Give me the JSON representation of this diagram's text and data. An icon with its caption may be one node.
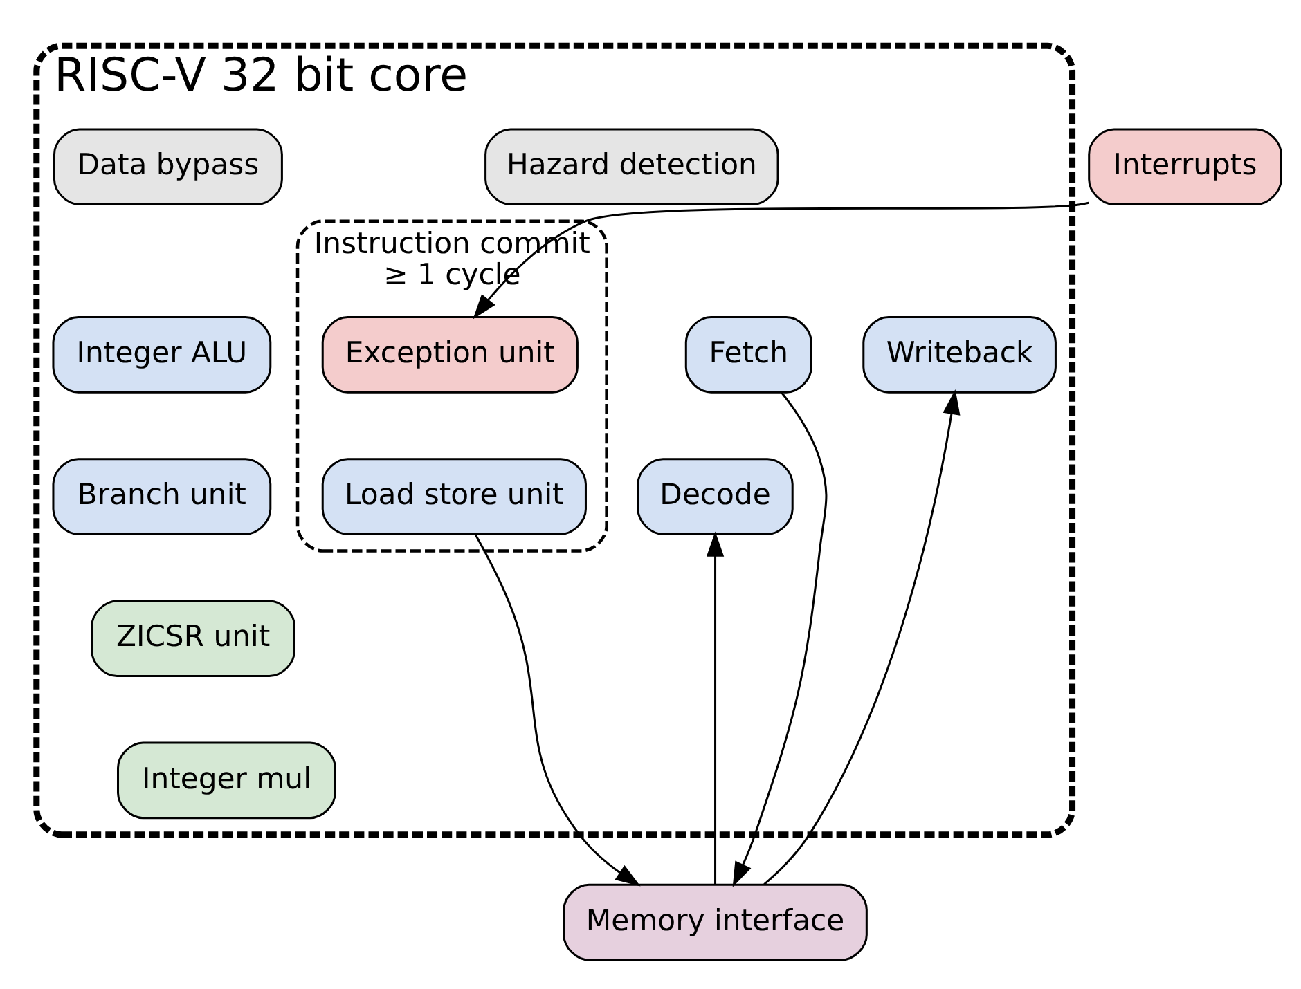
{
  "diagram": {
    "nodes": [
      {
        "text": [
          "RISC-V 32 bit core"
        ]
      },
      {
        "text": [
          "Interrupts"
        ]
      },
      {
        "text": [
          "Data bypass"
        ],
        "in": 0
      },
      {
        "text": [
          "Instruction commit",
          "≥ 1 cycle"
        ],
        "in": 0
      },
      {
        "text": [
          "Integer ALU"
        ],
        "in": 0
      },
      {
        "text": [
          "Hazard detection"
        ],
        "in": 0
      },
      {
        "text": [
          "Exception unit"
        ],
        "in": 3
      },
      {
        "text": [
          "Fetch"
        ],
        "in": 0
      },
      {
        "text": [
          "Branch unit"
        ],
        "in": 0
      },
      {
        "text": [
          "Writeback"
        ],
        "in": 0
      },
      {
        "text": [
          "Decode"
        ],
        "in": 0
      },
      {
        "text": [
          "Load store unit"
        ],
        "in": 3
      },
      {
        "text": [
          "ZICSR unit"
        ],
        "in": 0
      },
      {
        "text": [
          "Integer mul"
        ],
        "in": 0
      },
      {
        "text": [
          "Memory interface"
        ]
      }
    ],
    "edges": [
      {
        "from": 1,
        "to": 6,
        "arrow": "to"
      },
      {
        "from": 7,
        "to": 14,
        "arrow": "to"
      },
      {
        "from": 14,
        "to": 10,
        "arrow": "to"
      },
      {
        "from": 11,
        "to": 14,
        "arrow": "to"
      },
      {
        "from": 14,
        "to": 9,
        "arrow": "to"
      }
    ]
  }
}
